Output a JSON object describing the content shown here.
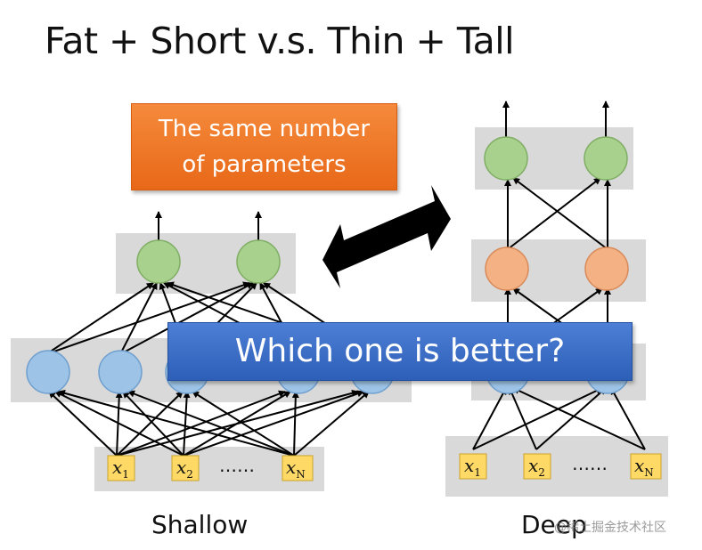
{
  "title": "Fat + Short v.s. Thin + Tall",
  "callouts": {
    "same_params_line1": "The same number",
    "same_params_line2": "of parameters",
    "question": "Which one is better?"
  },
  "captions": {
    "shallow": "Shallow",
    "deep": "Deep"
  },
  "inputs": {
    "shallow": [
      {
        "var": "x",
        "sub": "1"
      },
      {
        "var": "x",
        "sub": "2"
      },
      {
        "var": "x",
        "sub": "N"
      }
    ],
    "deep": [
      {
        "var": "x",
        "sub": "1"
      },
      {
        "var": "x",
        "sub": "2"
      },
      {
        "var": "x",
        "sub": "N"
      }
    ],
    "ellipsis": "……"
  },
  "watermark": "@稀土掘金技术社区",
  "colors": {
    "layer_band": "#d9d9d9",
    "neuron_blue": "#9dc3e6",
    "neuron_green": "#a9d18e",
    "neuron_orange": "#f4b183",
    "input_box": "#ffd966",
    "orange_callout": "#ed7d31",
    "blue_callout": "#4472c4"
  }
}
